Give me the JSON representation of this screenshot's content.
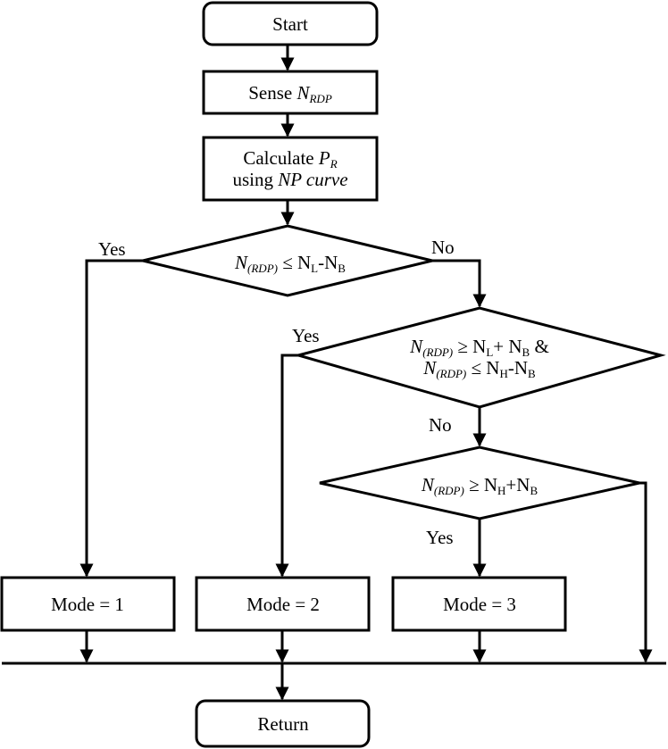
{
  "flowchart": {
    "start": "Start",
    "sense": {
      "prefix": "Sense ",
      "var": "N",
      "sub": "RDP"
    },
    "calculate": {
      "line1_prefix": "Calculate ",
      "line1_var": "P",
      "line1_sub": "R",
      "line2_prefix": "using ",
      "line2_italic": "NP curve"
    },
    "decision1": {
      "var": "N",
      "var_sub": "(RDP)",
      "op": " ≤ N",
      "sub_l": "L",
      "mid": "-N",
      "sub_b": "B",
      "yes": "Yes",
      "no": "No"
    },
    "decision2": {
      "l1_var": "N",
      "l1_sub": "(RDP)",
      "l1_op": " ≥ N",
      "l1_sub_l": "L",
      "l1_mid": "+ N",
      "l1_sub_b": "B",
      "l1_tail": " &",
      "l2_var": "N",
      "l2_sub": "(RDP)",
      "l2_op": " ≤ N",
      "l2_sub_h": "H",
      "l2_mid": "-N",
      "l2_sub_b": "B",
      "yes": "Yes",
      "no": "No"
    },
    "decision3": {
      "var": "N",
      "var_sub": "(RDP)",
      "op": " ≥ N",
      "sub_h": "H",
      "mid": "+N",
      "sub_b": "B",
      "yes": "Yes"
    },
    "mode1": "Mode = 1",
    "mode2": "Mode = 2",
    "mode3": "Mode = 3",
    "return": "Return"
  }
}
